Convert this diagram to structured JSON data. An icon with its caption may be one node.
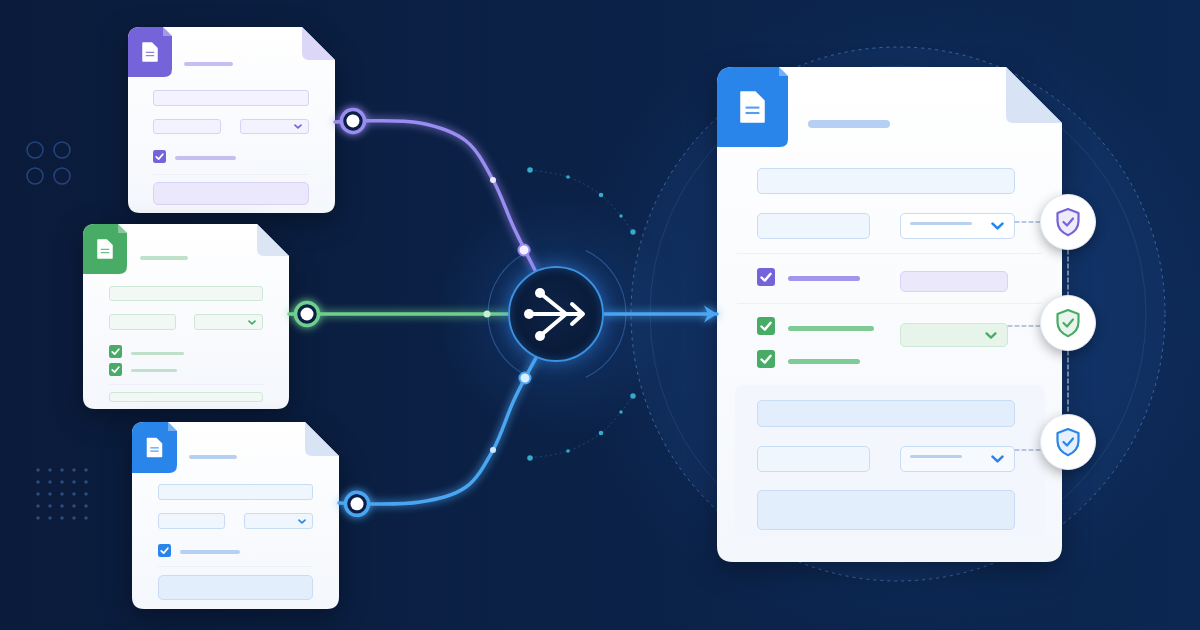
{
  "diagram": {
    "nodes": [
      {
        "text": [],
        "shape": "document"
      },
      {
        "text": [],
        "shape": "document"
      },
      {
        "text": [],
        "shape": "document"
      },
      {
        "text": [],
        "shape": "circle"
      },
      {
        "text": [],
        "shape": "document"
      },
      {
        "text": [],
        "shape": "box",
        "in": 4
      },
      {
        "text": [],
        "shape": "box",
        "in": 4
      },
      {
        "text": [],
        "shape": "box",
        "in": 4
      },
      {
        "text": [],
        "shape": "circle"
      },
      {
        "text": [],
        "shape": "circle"
      },
      {
        "text": [],
        "shape": "circle"
      }
    ],
    "edges": [
      {
        "from": 0,
        "to": 3,
        "arrow": "other",
        "style": "thick",
        "color": "#9a8cf0"
      },
      {
        "from": 1,
        "to": 3,
        "arrow": "other",
        "style": "thick",
        "color": "#6fd08e"
      },
      {
        "from": 2,
        "to": 3,
        "arrow": "other",
        "style": "thick"
      },
      {
        "from": 3,
        "to": 4,
        "arrow": "to",
        "style": "thick"
      },
      {
        "from": 5,
        "to": 8,
        "arrow": "none",
        "style": "dashed",
        "color": "#9fb6d8"
      },
      {
        "from": 6,
        "to": 9,
        "arrow": "none",
        "style": "dashed",
        "color": "#9fb6d8"
      },
      {
        "from": 7,
        "to": 10,
        "arrow": "none",
        "style": "dashed",
        "color": "#9fb6d8"
      },
      {
        "from": 8,
        "to": 9,
        "arrow": "none",
        "style": "dashed",
        "color": "#9fb6d8"
      },
      {
        "from": 9,
        "to": 10,
        "arrow": "none",
        "style": "dashed",
        "color": "#9fb6d8"
      }
    ]
  }
}
